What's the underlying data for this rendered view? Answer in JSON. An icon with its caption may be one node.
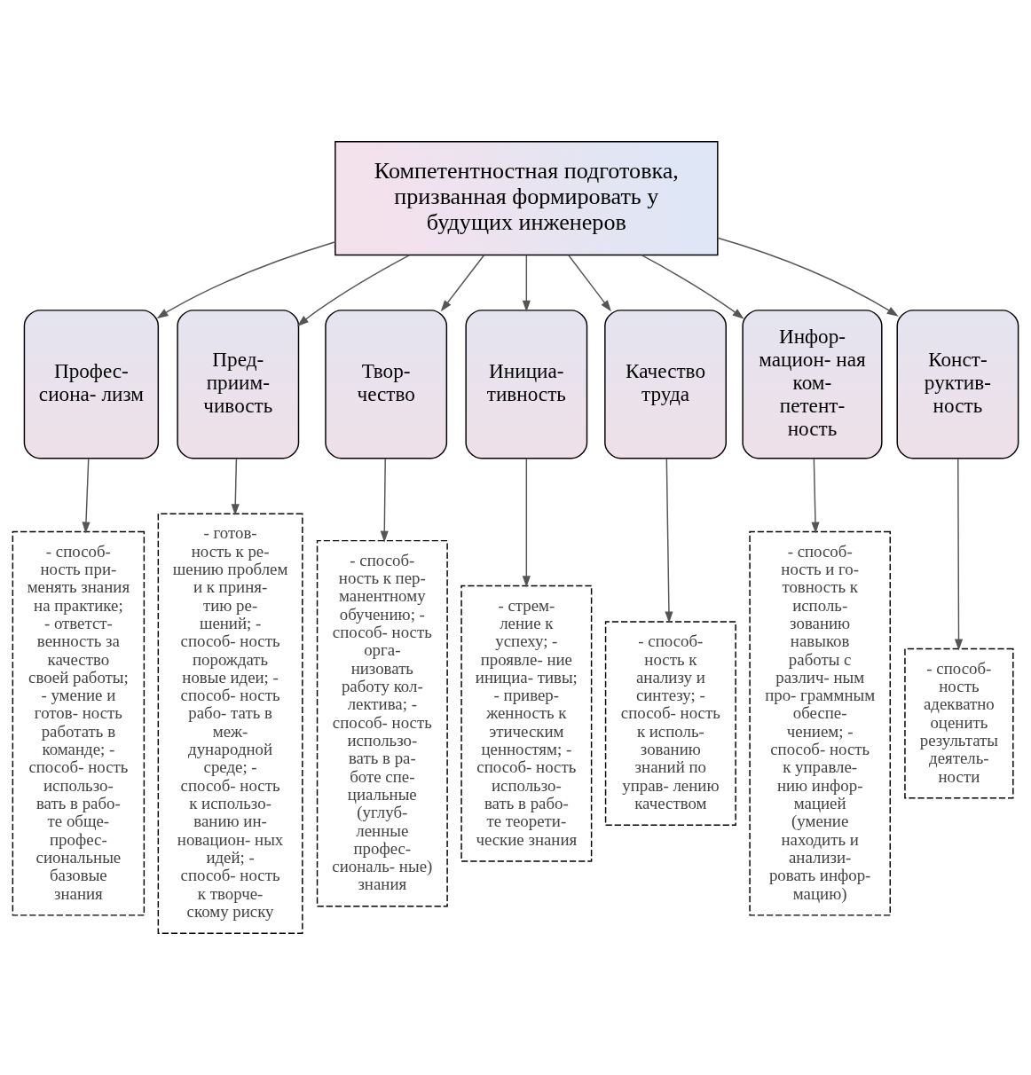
{
  "diagram": {
    "nodes": [
      {
        "text": [
          "Компетентностная подготовка, призванная формировать у будущих инженеров"
        ]
      },
      {
        "text": [
          "Профес- сиона- лизм"
        ]
      },
      {
        "text": [
          "Пред- приим- чивость"
        ]
      },
      {
        "text": [
          "Твор- чество"
        ]
      },
      {
        "text": [
          "Инициа- тивность"
        ]
      },
      {
        "text": [
          "Качество труда"
        ]
      },
      {
        "text": [
          "Инфор- мацион- ная ком- петент- ность"
        ]
      },
      {
        "text": [
          "Конст- руктив- ность"
        ]
      },
      {
        "text": [
          "- способ- ность при- менять знания на практике; - ответст- венность за качество своей работы; - умение и готов- ность работать в команде; - способ- ность использо- вать в рабо- те обще- профес- сиональные базовые знания"
        ]
      },
      {
        "text": [
          "- готов- ность к ре- шению проблем и к приня- тию ре- шений; - способ- ность порождать новые идеи; - способ- ность рабо- тать в меж- дународной среде; - способ- ность к использо- ванию ин- новацион- ных идей; - способ- ность к творче- скому риску"
        ]
      },
      {
        "text": [
          "- способ- ность к пер- манентному обучению; - способ- ность орга- низовать работу кол- лектива; - способ- ность использо- вать в ра- боте спе- циальные (углуб- ленные профес- сиональ- ные) знания"
        ]
      },
      {
        "text": [
          "- стрем- ление к успеху; - проявле- ние инициа- тивы; - привер- женность к этическим ценностям; - способ- ность использо- вать в рабо- те теорети- ческие знания"
        ]
      },
      {
        "text": [
          "- способ- ность к анализу и синтезу; - способ- ность к исполь- зованию знаний по управ- лению качеством"
        ]
      },
      {
        "text": [
          "- способ- ность и го- товность к исполь- зованию навыков работы с различ- ным про- граммным обеспе- чением; - способ- ность к управле- нию инфор- мацией (умение находить и анализи- ровать инфор- мацию)"
        ]
      },
      {
        "text": [
          "- способ- ность адекватно оценить результаты деятель- ности"
        ]
      }
    ],
    "edges": [
      {
        "from": 0,
        "to": 1,
        "arrow": "to"
      },
      {
        "from": 0,
        "to": 2,
        "arrow": "to"
      },
      {
        "from": 0,
        "to": 3,
        "arrow": "to"
      },
      {
        "from": 0,
        "to": 4,
        "arrow": "to"
      },
      {
        "from": 0,
        "to": 5,
        "arrow": "to"
      },
      {
        "from": 0,
        "to": 6,
        "arrow": "to"
      },
      {
        "from": 0,
        "to": 7,
        "arrow": "to"
      },
      {
        "from": 1,
        "to": 8,
        "arrow": "to"
      },
      {
        "from": 2,
        "to": 9,
        "arrow": "to"
      },
      {
        "from": 3,
        "to": 10,
        "arrow": "to"
      },
      {
        "from": 4,
        "to": 11,
        "arrow": "to"
      },
      {
        "from": 5,
        "to": 12,
        "arrow": "to"
      },
      {
        "from": 6,
        "to": 13,
        "arrow": "to"
      },
      {
        "from": 7,
        "to": 14,
        "arrow": "to"
      }
    ]
  }
}
